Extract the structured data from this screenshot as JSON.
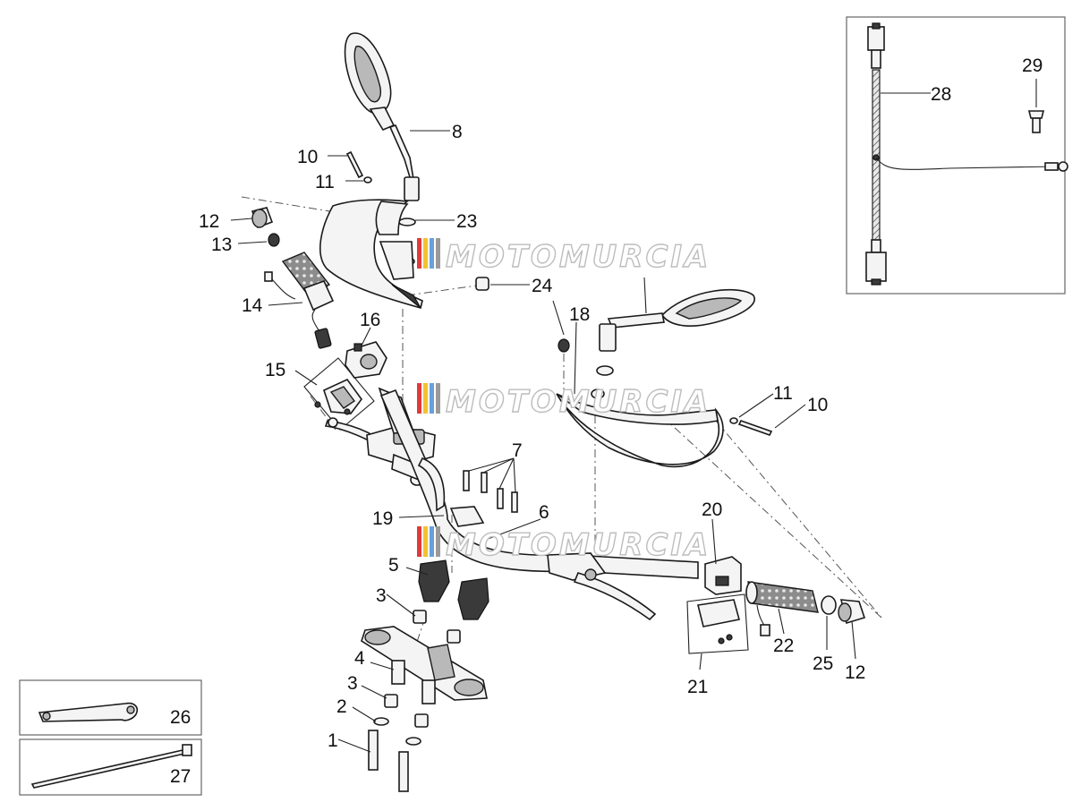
{
  "watermark": "MOTOMURCIA",
  "callouts": {
    "p1": "1",
    "p2": "2",
    "p3a": "3",
    "p3b": "3",
    "p4": "4",
    "p5": "5",
    "p6": "6",
    "p7": "7",
    "p8": "8",
    "p10a": "10",
    "p10b": "10",
    "p11a": "11",
    "p11b": "11",
    "p12a": "12",
    "p12b": "12",
    "p13": "13",
    "p14": "14",
    "p15": "15",
    "p16": "16",
    "p18": "18",
    "p19": "19",
    "p20": "20",
    "p21": "21",
    "p22": "22",
    "p23": "23",
    "p24": "24",
    "p25": "25",
    "p26": "26",
    "p27": "27",
    "p28": "28",
    "p29": "29"
  },
  "colors": {
    "line": "#1a1a1a",
    "part_fill": "#f4f4f4",
    "watermark_red": "#e03a3a",
    "watermark_yellow": "#f2c230",
    "watermark_blue": "#6a9fd8",
    "watermark_gray": "#9a9a9a"
  }
}
